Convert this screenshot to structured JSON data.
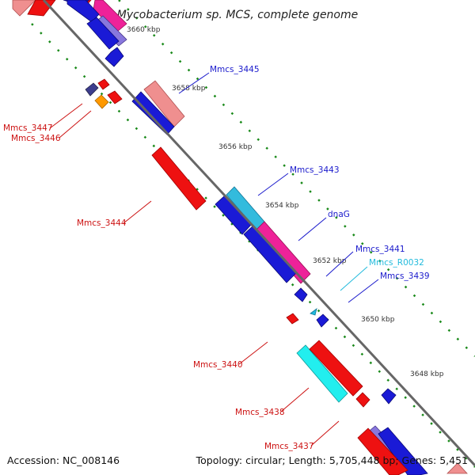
{
  "title": "Mycobacterium sp. MCS, complete genome",
  "footer": {
    "accession": "Accession: NC_008146",
    "topology": "Topology: circular; Length: 5,705,448 bp; Genes: 5,451"
  },
  "colors": {
    "backbone": "#888888",
    "tick_marks": "#1a8a1a",
    "label_blue": "#1a1acc",
    "label_red": "#cc1111",
    "label_cyan": "#22bbdd"
  },
  "ticks": [
    "3660 kbp",
    "3658 kbp",
    "3656 kbp",
    "3654 kbp",
    "3652 kbp",
    "3650 kbp",
    "3648 kbp"
  ],
  "gene_labels": {
    "mmcs_3445": "Mmcs_3445",
    "mmcs_3447": "Mmcs_3447",
    "mmcs_3446": "Mmcs_3446",
    "mmcs_3443": "Mmcs_3443",
    "mmcs_3444": "Mmcs_3444",
    "dnaG": "dnaG",
    "mmcs_3441": "Mmcs_3441",
    "mmcs_R0032": "Mmcs_R0032",
    "mmcs_3439": "Mmcs_3439",
    "mmcs_3440": "Mmcs_3440",
    "mmcs_3438": "Mmcs_3438",
    "mmcs_3437": "Mmcs_3437"
  }
}
